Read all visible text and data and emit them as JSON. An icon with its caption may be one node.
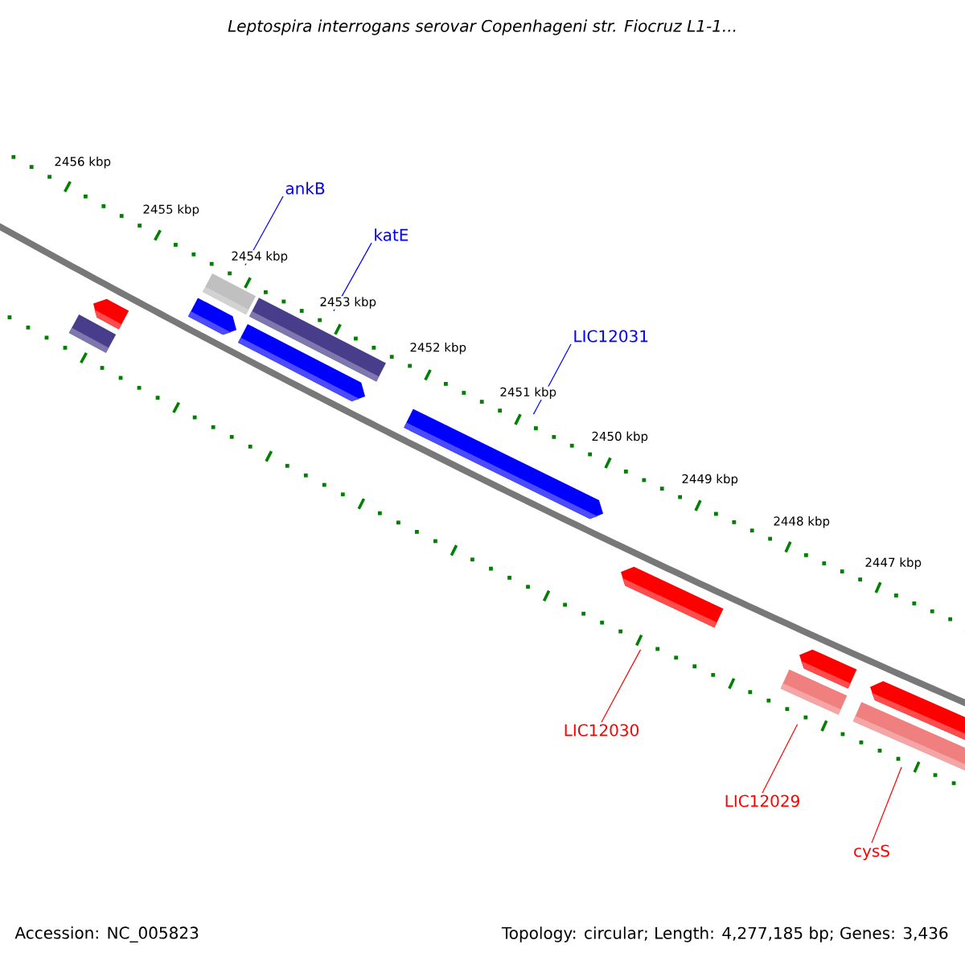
{
  "diagram": {
    "title": "Leptospira interrogans serovar Copenhageni str. Fiocruz L1-1...",
    "nodes": [
      {
        "text": [
          "ankB"
        ]
      },
      {
        "text": [
          "katE"
        ]
      },
      {
        "text": [
          "LIC12031"
        ]
      },
      {
        "text": [
          "LIC12030"
        ]
      },
      {
        "text": [
          "LIC12029"
        ]
      },
      {
        "text": [
          "cysS"
        ]
      },
      {
        "text": [],
        "shape": "bar"
      },
      {
        "text": [],
        "shape": "bar"
      },
      {
        "text": [],
        "shape": "bar"
      },
      {
        "text": [],
        "shape": "bar"
      },
      {
        "text": [],
        "shape": "bar"
      },
      {
        "text": [],
        "shape": "bar"
      },
      {
        "text": [],
        "shape": "bar"
      },
      {
        "text": [],
        "shape": "bar"
      },
      {
        "text": [],
        "shape": "bar"
      },
      {
        "text": [],
        "shape": "bar"
      },
      {
        "text": [],
        "shape": "bar"
      },
      {
        "text": [],
        "shape": "bar"
      }
    ],
    "edges": [
      {
        "from": 0,
        "to": 9,
        "arrow": "none",
        "color": "#0000ff"
      },
      {
        "from": 1,
        "to": 11,
        "arrow": "none",
        "color": "#0000ff"
      },
      {
        "from": 2,
        "to": 12,
        "arrow": "none",
        "color": "#0000ff"
      },
      {
        "from": 3,
        "to": 13,
        "arrow": "none",
        "color": "#ff0000"
      },
      {
        "from": 4,
        "to": 14,
        "arrow": "none",
        "color": "#ff0000"
      },
      {
        "from": 5,
        "to": 16,
        "arrow": "none",
        "color": "#ff0000"
      }
    ],
    "labels": [
      "2456 kbp",
      "2455 kbp",
      "2454 kbp",
      "2453 kbp",
      "2452 kbp",
      "2451 kbp",
      "2450 kbp",
      "2449 kbp",
      "2448 kbp",
      "2447 kbp",
      "Accession: NC_005823",
      "Topology: circular; Length: 4,277,185 bp; Genes: 3,436"
    ]
  }
}
